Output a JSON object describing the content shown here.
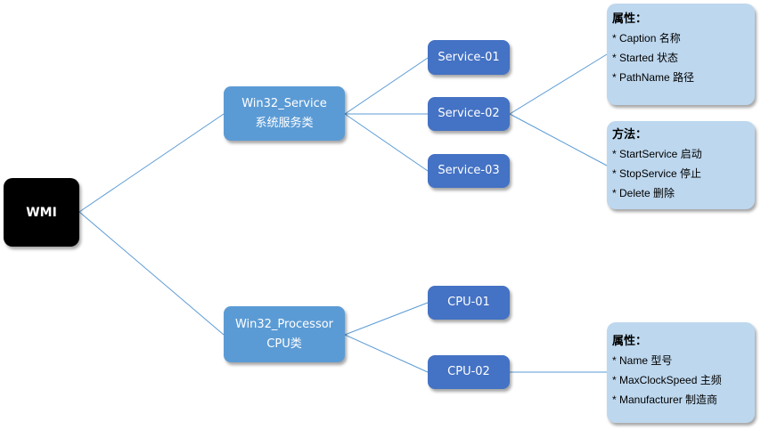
{
  "colors": {
    "root": "#000000",
    "class_node": "#5b9bd5",
    "instance_node": "#4472c4",
    "info_box": "#bdd7ee",
    "link": "#5b9bd5"
  },
  "root": {
    "label": "WMI"
  },
  "classes": [
    {
      "id": "service",
      "line1": "Win32_Service",
      "line2": "系统服务类"
    },
    {
      "id": "processor",
      "line1": "Win32_Processor",
      "line2": "CPU类"
    }
  ],
  "instances": {
    "service": [
      "Service-01",
      "Service-02",
      "Service-03"
    ],
    "processor": [
      "CPU-01",
      "CPU-02"
    ]
  },
  "info_boxes": [
    {
      "id": "service-properties",
      "title": "属性：",
      "items": [
        "* Caption  名称",
        "* Started  状态",
        "* PathName  路径"
      ]
    },
    {
      "id": "service-methods",
      "title": "方法：",
      "items": [
        "* StartService  启动",
        "* StopService  停止",
        "* Delete  删除"
      ]
    },
    {
      "id": "cpu-properties",
      "title": "属性：",
      "items": [
        "* Name 型号",
        "* MaxClockSpeed  主频",
        "* Manufacturer 制造商"
      ]
    }
  ]
}
